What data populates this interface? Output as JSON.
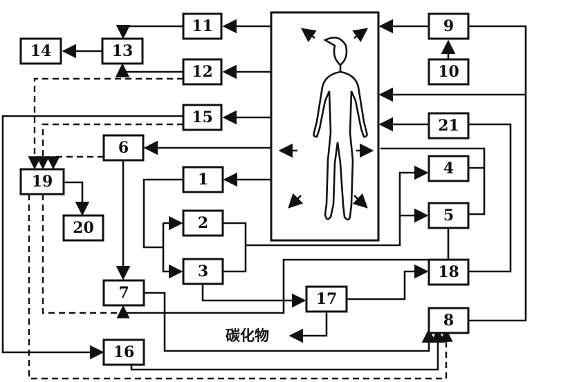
{
  "blocks": {
    "b1": "1",
    "b2": "2",
    "b3": "3",
    "b4": "4",
    "b5": "5",
    "b6": "6",
    "b7": "7",
    "b8": "8",
    "b9": "9",
    "b10": "10",
    "b11": "11",
    "b12": "12",
    "b13": "13",
    "b14": "14",
    "b15": "15",
    "b16": "16",
    "b17": "17",
    "b18": "18",
    "b19": "19",
    "b20": "20",
    "b21": "21"
  },
  "output_label": "碳化物",
  "colors": {
    "ink": "#111111",
    "background": "#ffffff"
  }
}
